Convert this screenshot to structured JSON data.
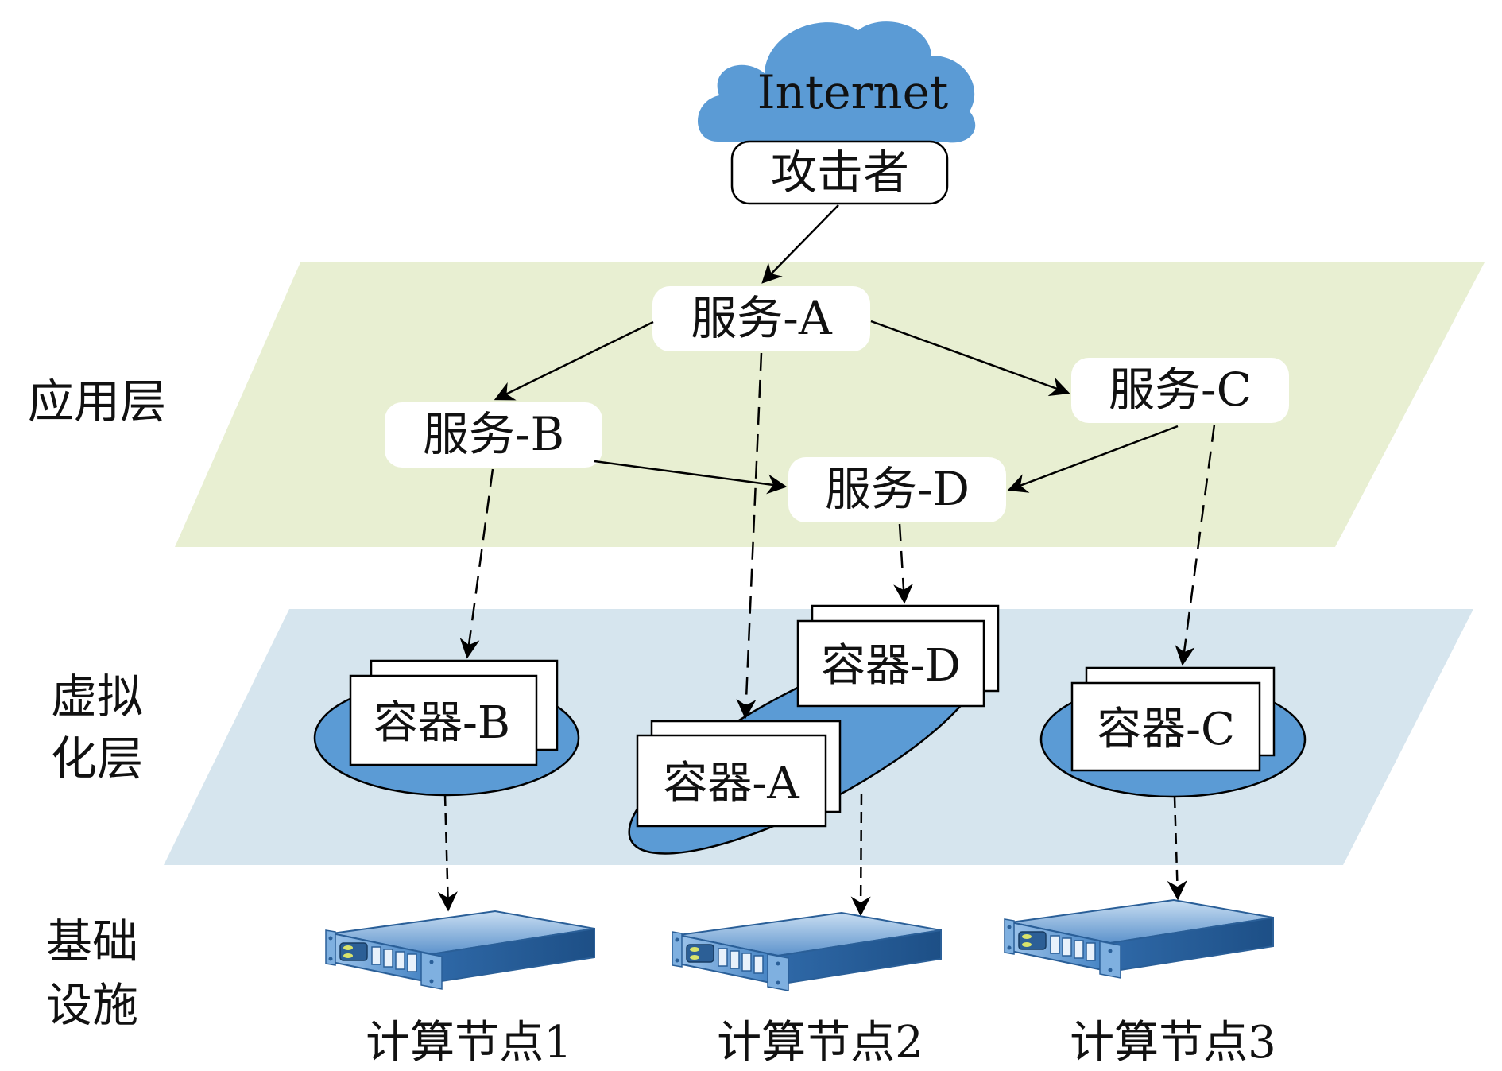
{
  "colors": {
    "application_layer_fill": "#e8efd2",
    "virtualization_layer_fill": "#d6e5ee",
    "accent_blue": "#5b9bd5",
    "box_fill": "#ffffff",
    "stroke": "#000000"
  },
  "internet": {
    "label": "Internet",
    "icon": "cloud-icon"
  },
  "attacker": {
    "label": "攻击者"
  },
  "layers": {
    "application": {
      "label": "应用层"
    },
    "virtualization": {
      "label_line1": "虚拟",
      "label_line2": "化层"
    },
    "infrastructure": {
      "label_line1": "基础",
      "label_line2": "设施"
    }
  },
  "services": {
    "a": {
      "label": "服务-A"
    },
    "b": {
      "label": "服务-B"
    },
    "c": {
      "label": "服务-C"
    },
    "d": {
      "label": "服务-D"
    }
  },
  "containers": {
    "a": {
      "label": "容器-A"
    },
    "b": {
      "label": "容器-B"
    },
    "c": {
      "label": "容器-C"
    },
    "d": {
      "label": "容器-D"
    }
  },
  "nodes": [
    {
      "label": "计算节点1",
      "icon": "server-icon"
    },
    {
      "label": "计算节点2",
      "icon": "server-icon"
    },
    {
      "label": "计算节点3",
      "icon": "server-icon"
    }
  ]
}
